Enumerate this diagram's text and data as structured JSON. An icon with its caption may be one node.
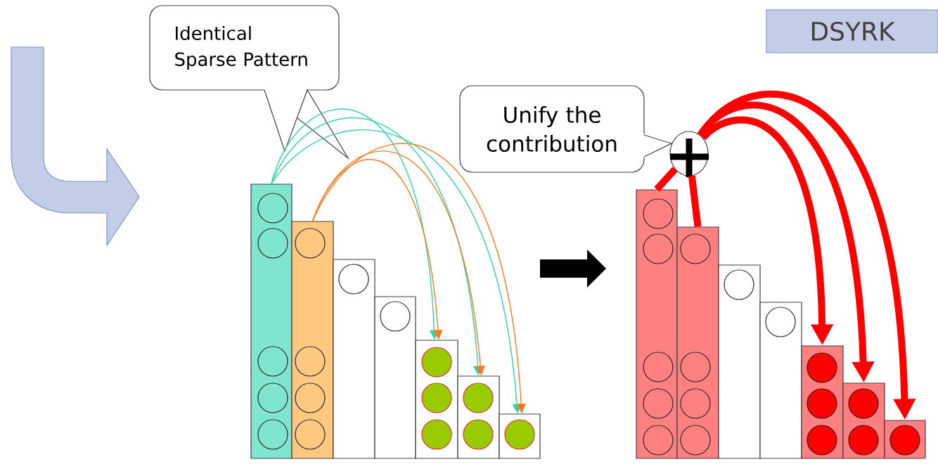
{
  "diagram": {
    "nodes": [
      {
        "text": [
          "Identical Sparse Pattern"
        ]
      },
      {
        "text": [],
        "shape": "bar"
      },
      {
        "text": [],
        "shape": "bar"
      },
      {
        "text": [],
        "shape": "bar"
      },
      {
        "text": [],
        "shape": "bar"
      },
      {
        "text": [],
        "shape": "box"
      },
      {
        "text": [],
        "shape": "box"
      },
      {
        "text": [],
        "shape": "box"
      },
      {
        "text": [
          "Unify the contribution"
        ]
      },
      {
        "text": [],
        "shape": "circle"
      },
      {
        "text": [
          "DSYRK"
        ]
      },
      {
        "text": [],
        "shape": "bar"
      },
      {
        "text": [],
        "shape": "bar"
      },
      {
        "text": [],
        "shape": "bar"
      },
      {
        "text": [],
        "shape": "bar"
      },
      {
        "text": [],
        "shape": "box"
      },
      {
        "text": [],
        "shape": "box"
      },
      {
        "text": [],
        "shape": "box"
      }
    ],
    "edges": [
      {
        "from": 1,
        "to": 5,
        "arrow": "to",
        "color": "#2ed3a6"
      },
      {
        "from": 1,
        "to": 6,
        "arrow": "to",
        "color": "#2ed3a6"
      },
      {
        "from": 1,
        "to": 7,
        "arrow": "to",
        "color": "#2ed3a6"
      },
      {
        "from": 2,
        "to": 5,
        "arrow": "to",
        "color": "#fb7a20"
      },
      {
        "from": 2,
        "to": 6,
        "arrow": "to",
        "color": "#fb7a20"
      },
      {
        "from": 2,
        "to": 7,
        "arrow": "to",
        "color": "#fb7a20"
      },
      {
        "from": 11,
        "to": 9,
        "arrow": "none",
        "style": "thick",
        "color": "#ff0000"
      },
      {
        "from": 12,
        "to": 9,
        "arrow": "none",
        "style": "thick",
        "color": "#ff0000"
      },
      {
        "from": 9,
        "to": 15,
        "arrow": "to",
        "style": "thick",
        "color": "#ff0000"
      },
      {
        "from": 9,
        "to": 16,
        "arrow": "to",
        "style": "thick",
        "color": "#ff0000"
      },
      {
        "from": 9,
        "to": 17,
        "arrow": "to",
        "style": "thick",
        "color": "#ff0000"
      }
    ]
  }
}
